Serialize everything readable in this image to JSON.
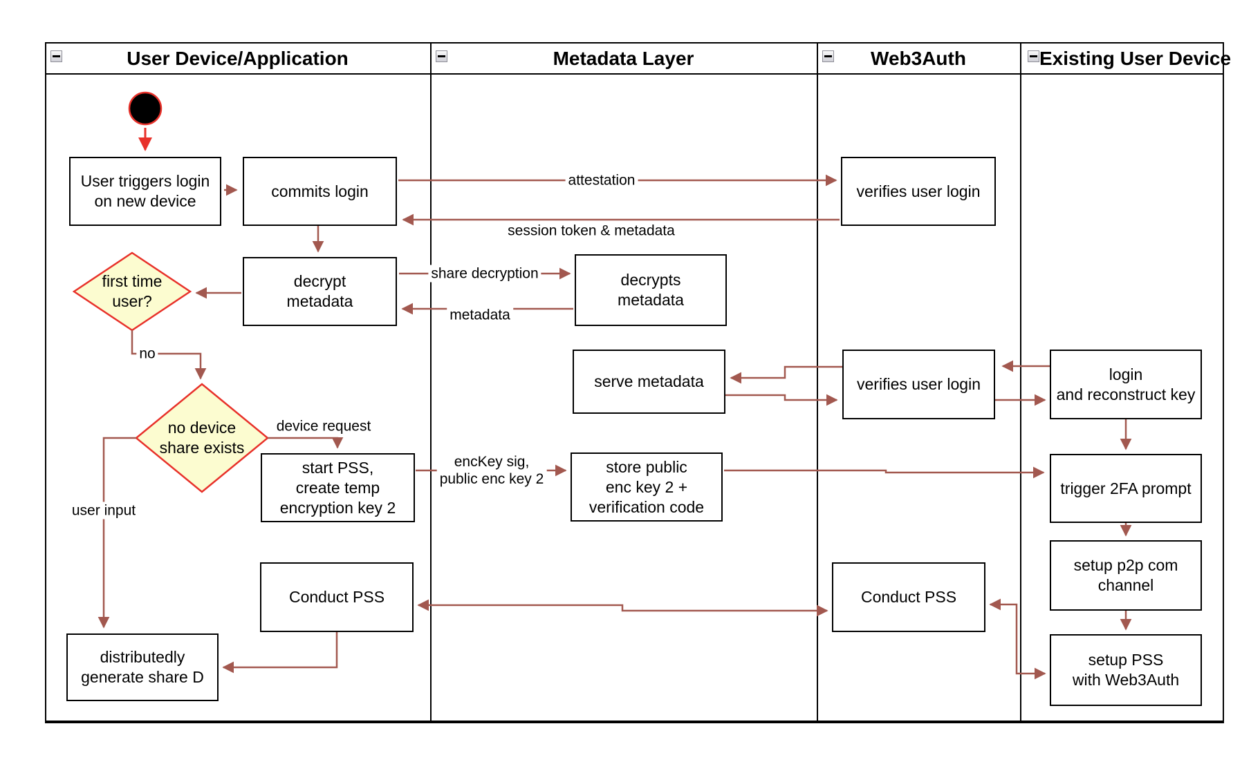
{
  "lanes": [
    {
      "id": "user-device-application",
      "title": "User Device/Application"
    },
    {
      "id": "metadata-layer",
      "title": "Metadata Layer"
    },
    {
      "id": "web3auth",
      "title": "Web3Auth"
    },
    {
      "id": "existing-user-device",
      "title": "Existing User Device"
    }
  ],
  "icons": {
    "lane_collapse": "minus-collapse-icon",
    "start": "initial-state-filled-circle"
  },
  "nodes": {
    "user_triggers": {
      "lines": [
        "User triggers login",
        "on new device"
      ]
    },
    "commits_login": {
      "lines": [
        "commits login"
      ]
    },
    "verifies_user_login_1": {
      "lines": [
        "verifies user login"
      ]
    },
    "decrypt_metadata": {
      "lines": [
        "decrypt",
        "metadata"
      ]
    },
    "decrypts_metadata": {
      "lines": [
        "decrypts",
        "metadata"
      ]
    },
    "first_time_user": {
      "lines": [
        "first time",
        "user?"
      ]
    },
    "serve_metadata": {
      "lines": [
        "serve metadata"
      ]
    },
    "verifies_user_login_2": {
      "lines": [
        "verifies user login"
      ]
    },
    "login_reconstruct": {
      "lines": [
        "login",
        "and reconstruct key"
      ]
    },
    "no_device_share": {
      "lines": [
        "no device",
        "share exists"
      ]
    },
    "start_pss": {
      "lines": [
        "start PSS,",
        "create temp",
        "encryption key 2"
      ]
    },
    "store_public": {
      "lines": [
        "store public",
        "enc key 2 +",
        "verification code"
      ]
    },
    "trigger_2fa": {
      "lines": [
        "trigger 2FA prompt"
      ]
    },
    "setup_p2p": {
      "lines": [
        "setup p2p com",
        "channel"
      ]
    },
    "conduct_pss_1": {
      "lines": [
        "Conduct PSS"
      ]
    },
    "conduct_pss_2": {
      "lines": [
        "Conduct PSS"
      ]
    },
    "setup_pss": {
      "lines": [
        "setup PSS",
        "with Web3Auth"
      ]
    },
    "distributedly": {
      "lines": [
        "distributedly",
        "generate share D"
      ]
    }
  },
  "edge_labels": {
    "attestation": "attestation",
    "session_token": "session token & metadata",
    "share_decryption": "share decryption",
    "metadata": "metadata",
    "no": "no",
    "device_request": "device request",
    "enckey_sig": "encKey sig,",
    "public_enc_key_2": "public enc key 2",
    "user_input": "user input"
  },
  "colors": {
    "arrow": "#a2584f",
    "start_accent": "#e8312a",
    "decision_fill": "#fcfcd0",
    "decision_border": "#e8312a",
    "node_border": "#000000",
    "lane_border": "#000000"
  }
}
